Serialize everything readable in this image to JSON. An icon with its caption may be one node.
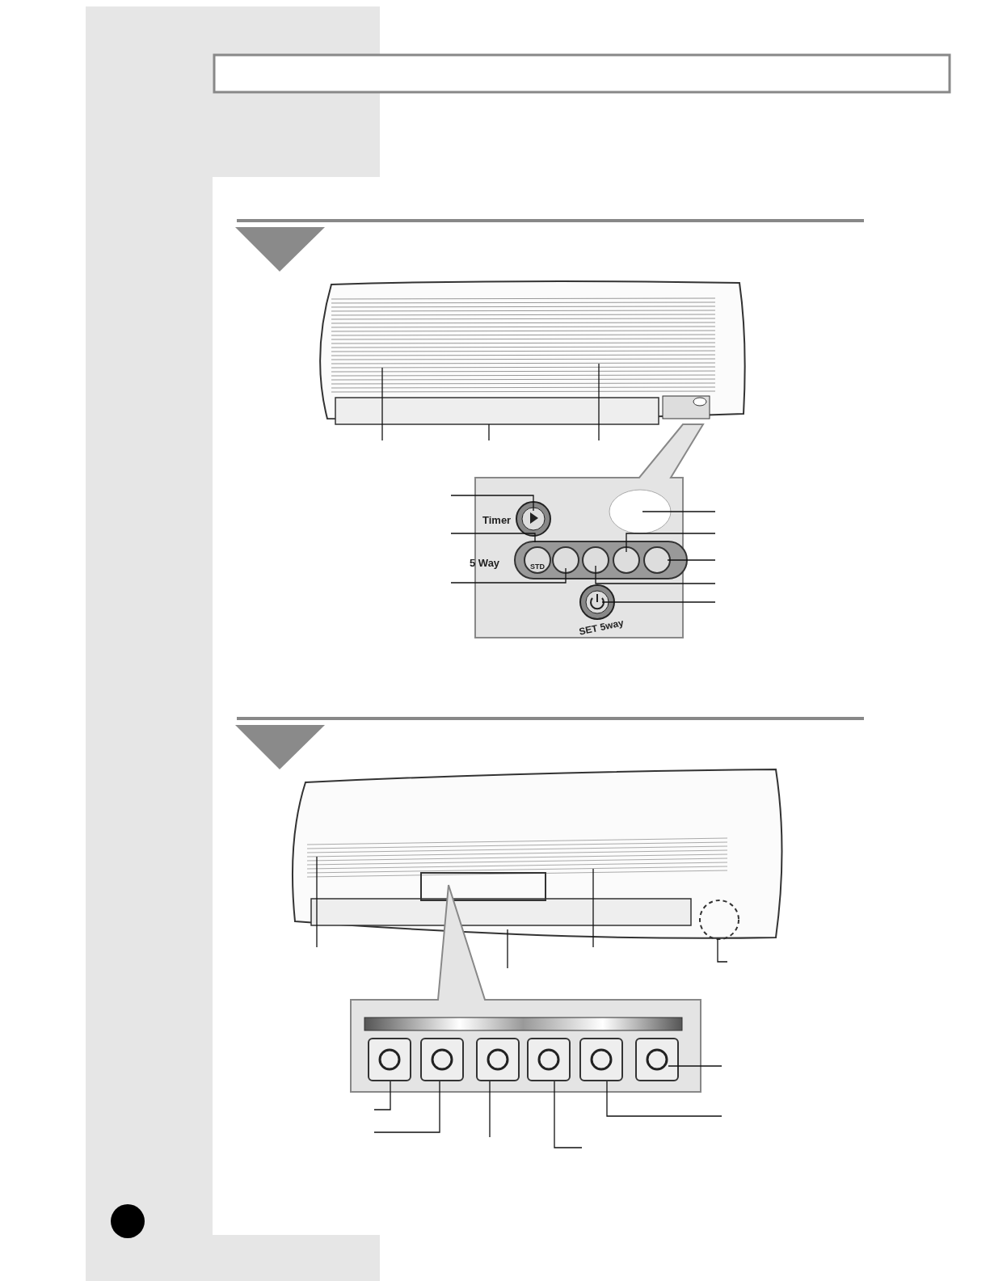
{
  "diagram": {
    "labels": [
      "Timer",
      "5 Way",
      "STD",
      "SET 5way"
    ]
  }
}
